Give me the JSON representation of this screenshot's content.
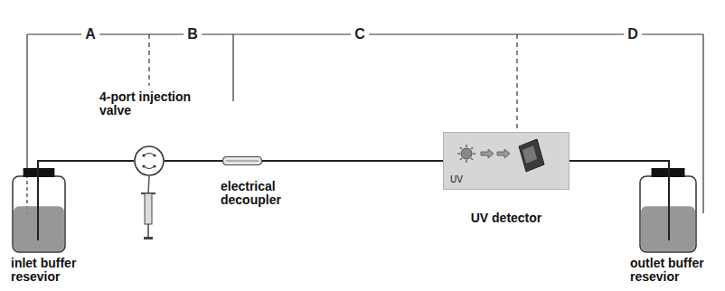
{
  "diagram": {
    "nodes": [
      {
        "text": [
          "inlet buffer resevior"
        ]
      },
      {
        "text": [
          "4-port injection valve"
        ]
      },
      {
        "text": [
          "electrical decoupler"
        ]
      },
      {
        "text": [
          "UV",
          "UV detector"
        ]
      },
      {
        "text": [
          "outlet buffer resevior"
        ]
      }
    ],
    "edges": [
      {
        "from": 0,
        "to": 1,
        "arrow": "none"
      },
      {
        "from": 1,
        "to": 2,
        "arrow": "none"
      },
      {
        "from": 2,
        "to": 3,
        "arrow": "none"
      },
      {
        "from": 3,
        "to": 4,
        "arrow": "none"
      }
    ],
    "labels": [
      "A",
      "B",
      "C",
      "D"
    ]
  }
}
